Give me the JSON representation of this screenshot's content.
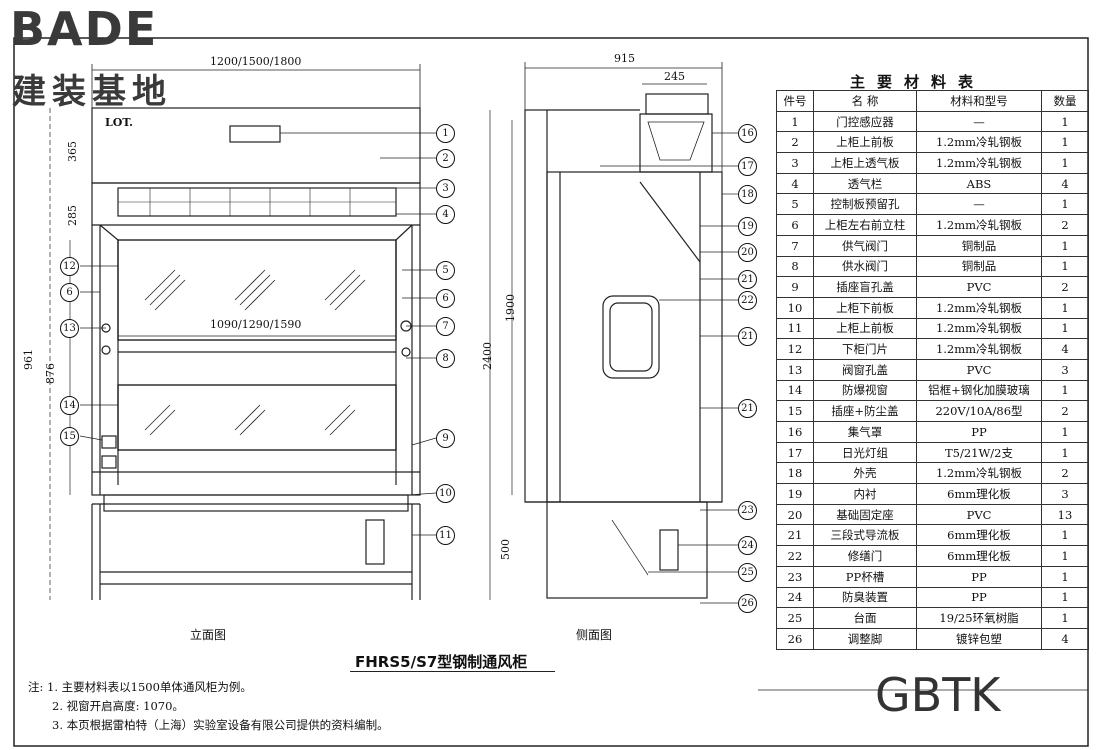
{
  "logo": {
    "en": "BADE",
    "cn": "建装基地"
  },
  "watermark": "GBTK",
  "drawing_title": "FHRS5/S7型钢制通风柜",
  "front_view": {
    "caption": "立面图",
    "dim_width": "1200/1500/1800",
    "dim_inner": "1090/1290/1590",
    "dim_365": "365",
    "dim_285": "285",
    "dim_961": "961",
    "dim_876": "876",
    "brand": "LOT."
  },
  "side_view": {
    "caption": "侧面图",
    "dim_915": "915",
    "dim_245": "245",
    "dim_1900": "1900",
    "dim_2400": "2400",
    "dim_500": "500"
  },
  "front_balloons": [
    "1",
    "2",
    "3",
    "4",
    "5",
    "6",
    "7",
    "8",
    "9",
    "10",
    "11"
  ],
  "front_left_balloons": [
    "12",
    "6",
    "13",
    "14",
    "15"
  ],
  "side_balloons": [
    "16",
    "17",
    "18",
    "19",
    "20",
    "21",
    "22",
    "21",
    "21",
    "23",
    "24",
    "25",
    "26"
  ],
  "material_table": {
    "title": "主要材料表",
    "headers": [
      "件号",
      "名 称",
      "材料和型号",
      "数量"
    ],
    "rows": [
      [
        "1",
        "门控感应器",
        "—",
        "1"
      ],
      [
        "2",
        "上柜上前板",
        "1.2mm冷轧钢板",
        "1"
      ],
      [
        "3",
        "上柜上透气板",
        "1.2mm冷轧钢板",
        "1"
      ],
      [
        "4",
        "透气栏",
        "ABS",
        "4"
      ],
      [
        "5",
        "控制板预留孔",
        "—",
        "1"
      ],
      [
        "6",
        "上柜左右前立柱",
        "1.2mm冷轧钢板",
        "2"
      ],
      [
        "7",
        "供气阀门",
        "铜制品",
        "1"
      ],
      [
        "8",
        "供水阀门",
        "铜制品",
        "1"
      ],
      [
        "9",
        "插座盲孔盖",
        "PVC",
        "2"
      ],
      [
        "10",
        "上柜下前板",
        "1.2mm冷轧钢板",
        "1"
      ],
      [
        "11",
        "上柜上前板",
        "1.2mm冷轧钢板",
        "1"
      ],
      [
        "12",
        "下柜门片",
        "1.2mm冷轧钢板",
        "4"
      ],
      [
        "13",
        "阀窗孔盖",
        "PVC",
        "3"
      ],
      [
        "14",
        "防爆视窗",
        "铝框+钢化加膜玻璃",
        "1"
      ],
      [
        "15",
        "插座+防尘盖",
        "220V/10A/86型",
        "2"
      ],
      [
        "16",
        "集气罩",
        "PP",
        "1"
      ],
      [
        "17",
        "日光灯组",
        "T5/21W/2支",
        "1"
      ],
      [
        "18",
        "外壳",
        "1.2mm冷轧钢板",
        "2"
      ],
      [
        "19",
        "内衬",
        "6mm理化板",
        "3"
      ],
      [
        "20",
        "基础固定座",
        "PVC",
        "13"
      ],
      [
        "21",
        "三段式导流板",
        "6mm理化板",
        "1"
      ],
      [
        "22",
        "修缮门",
        "6mm理化板",
        "1"
      ],
      [
        "23",
        "PP杯槽",
        "PP",
        "1"
      ],
      [
        "24",
        "防臭装置",
        "PP",
        "1"
      ],
      [
        "25",
        "台面",
        "19/25环氧树脂",
        "1"
      ],
      [
        "26",
        "调整脚",
        "镀锌包塑",
        "4"
      ]
    ]
  },
  "notes": [
    "注: 1. 主要材料表以1500单体通风柜为例。",
    "2. 视窗开启高度: 1070。",
    "3. 本页根据雷柏特（上海）实验室设备有限公司提供的资料编制。"
  ]
}
